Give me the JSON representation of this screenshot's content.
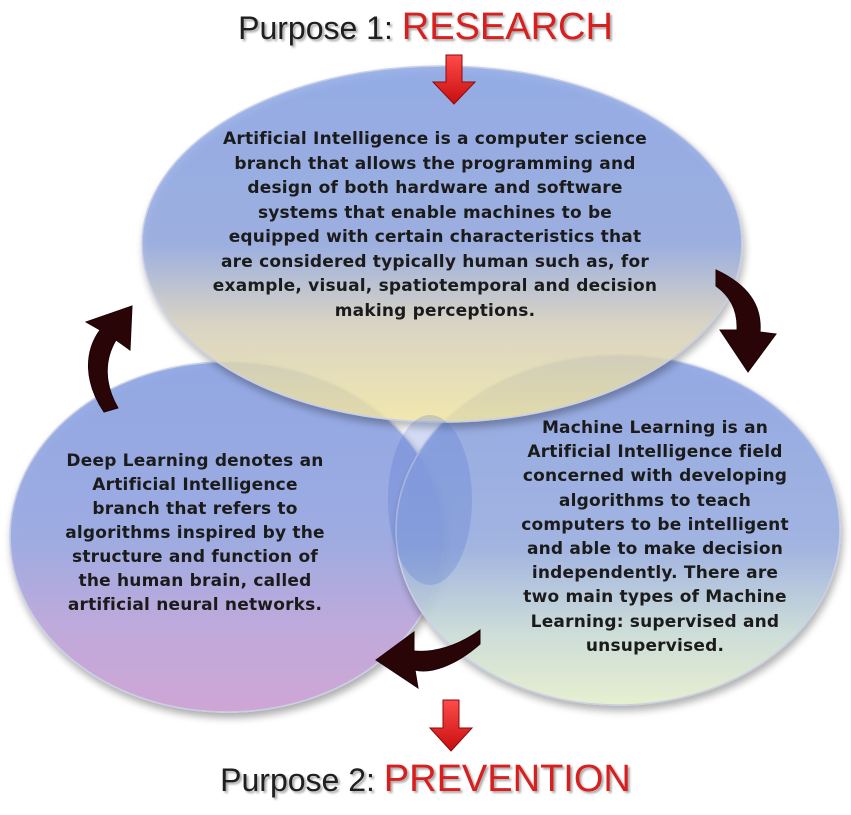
{
  "header": {
    "prefix": "Purpose 1: ",
    "accent": "RESEARCH"
  },
  "footer": {
    "prefix": "Purpose 2: ",
    "accent": "PREVENTION"
  },
  "nodes": {
    "ai": {
      "lines": [
        "Artificial Intelligence is a computer science",
        "branch that allows the programming and",
        "design of both hardware and software",
        "systems that enable machines to be",
        "equipped with certain characteristics  that",
        "are considered typically human such as, for",
        "example, visual, spatiotemporal and decision",
        "making perceptions."
      ]
    },
    "deep_learning": {
      "lines": [
        "Deep Learning denotes an",
        "Artificial Intelligence",
        "branch that refers to",
        "algorithms inspired by the",
        "structure and function of",
        "the human brain, called",
        "artificial neural networks."
      ]
    },
    "machine_learning": {
      "lines": [
        "Machine Learning is an",
        "Artificial Intelligence field",
        "concerned with developing",
        "algorithms to teach",
        "computers to be intelligent",
        "and able to make decision",
        "independently. There are",
        "two main types of Machine",
        "Learning: supervised and",
        "unsupervised."
      ]
    }
  },
  "colors": {
    "accent_red": "#d91e1e",
    "arrow_dark": "#2a0508",
    "ellipse_top": "#7f9be0",
    "ai_bottom": "#f2e6a8",
    "dl_bottom": "#c9a3d6",
    "ml_bottom": "#e4f0cf"
  }
}
